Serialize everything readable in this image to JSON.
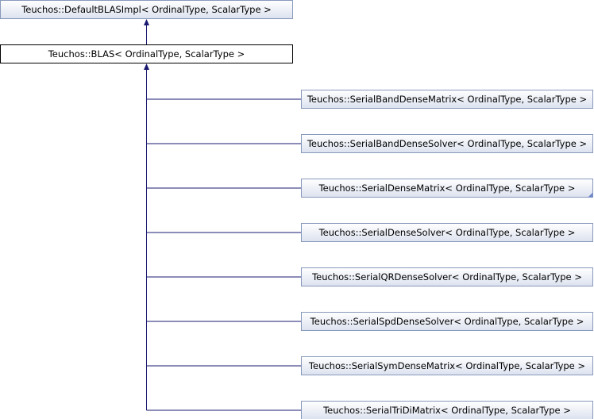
{
  "diagram": {
    "type": "class-inheritance-graph",
    "colors": {
      "edge": "#191970",
      "node_border": "#000000",
      "focus_fill": "#ffffff",
      "node_fill_top": "#ffffff",
      "node_fill_bottom": "#dce2ef",
      "marker": "#6d86c8"
    },
    "base": {
      "label": "Teuchos::DefaultBLASImpl< OrdinalType, ScalarType >"
    },
    "focus": {
      "label": "Teuchos::BLAS< OrdinalType, ScalarType >"
    },
    "derived": [
      {
        "label": "Teuchos::SerialBandDenseMatrix< OrdinalType, ScalarType >",
        "has_more_marker": false
      },
      {
        "label": "Teuchos::SerialBandDenseSolver< OrdinalType, ScalarType >",
        "has_more_marker": false
      },
      {
        "label": "Teuchos::SerialDenseMatrix< OrdinalType, ScalarType >",
        "has_more_marker": true
      },
      {
        "label": "Teuchos::SerialDenseSolver< OrdinalType, ScalarType >",
        "has_more_marker": false
      },
      {
        "label": "Teuchos::SerialQRDenseSolver< OrdinalType, ScalarType >",
        "has_more_marker": false
      },
      {
        "label": "Teuchos::SerialSpdDenseSolver< OrdinalType, ScalarType >",
        "has_more_marker": false
      },
      {
        "label": "Teuchos::SerialSymDenseMatrix< OrdinalType, ScalarType >",
        "has_more_marker": false
      },
      {
        "label": "Teuchos::SerialTriDiMatrix< OrdinalType, ScalarType >",
        "has_more_marker": false
      }
    ]
  }
}
